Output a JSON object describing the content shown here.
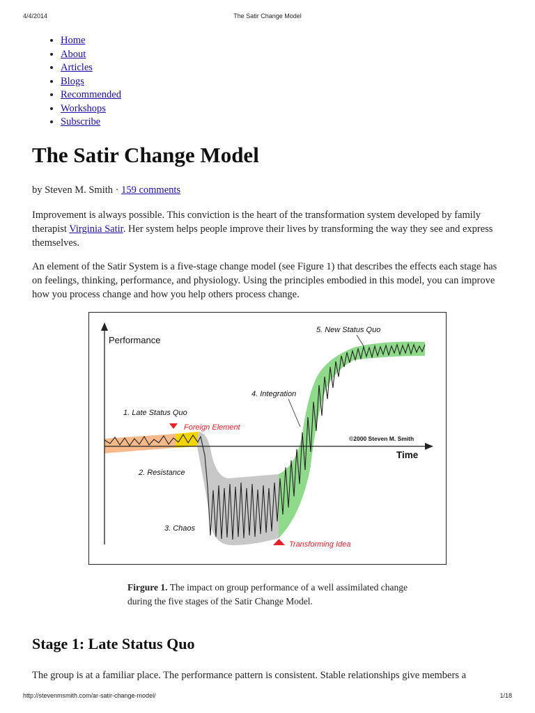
{
  "header": {
    "date": "4/4/2014",
    "title": "The Satir Change Model"
  },
  "nav": {
    "items": [
      "Home",
      "About",
      "Articles",
      "Blogs",
      "Recommended",
      "Workshops",
      "Subscribe"
    ]
  },
  "article": {
    "title": "The Satir Change Model",
    "byline_prefix": "by Steven M. Smith · ",
    "comments_link": "159 comments",
    "p1_a": "Improvement is always possible. This conviction is the heart of the transformation system developed by family therapist ",
    "p1_link": "Virginia Satir",
    "p1_b": ". Her system helps people improve their lives by transforming the way they see and express themselves.",
    "p2": "An element of the Satir System is a five-stage change model (see Figure 1) that describes the effects each stage has on feelings, thinking, performance, and physiology. Using the principles embodied in this model, you can improve how you process change and how you help others process change.",
    "caption_label": "Firgure 1.",
    "caption_text": " The impact on group performance of a well assimilated change during the five stages of the Satir Change Model.",
    "section_heading": "Stage 1: Late Status Quo",
    "p3": "The group is at a familiar place. The performance pattern is consistent. Stable relationships give members a"
  },
  "figure": {
    "y_axis_label": "Performance",
    "x_axis_label": "Time",
    "copyright": "©2000 Steven M. Smith",
    "stage1": "1. Late Status Quo",
    "stage2": "2. Resistance",
    "stage3": "3. Chaos",
    "stage4": "4. Integration",
    "stage5": "5. New Status Quo",
    "foreign_element": "Foreign Element",
    "transforming_idea": "Transforming Idea",
    "colors": {
      "status_quo": "#f6b98a",
      "resistance": "#f2d400",
      "chaos": "#c8c8c8",
      "integration": "#8fd98a",
      "marker": "#e8202a"
    }
  },
  "footer": {
    "url": "http://stevenmsmith.com/ar-satir-change-model/",
    "page": "1/18"
  }
}
